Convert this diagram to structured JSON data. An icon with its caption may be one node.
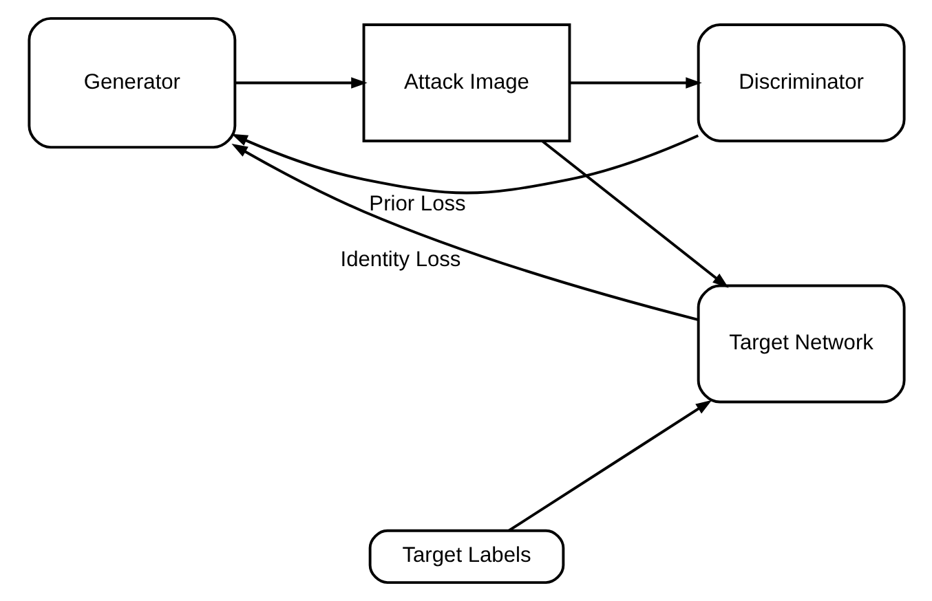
{
  "diagram": {
    "nodes": [
      {
        "text": [
          "Generator"
        ]
      },
      {
        "text": [
          "Attack Image"
        ]
      },
      {
        "text": [
          "Discriminator"
        ]
      },
      {
        "text": [
          "Target Labels"
        ]
      },
      {
        "text": [
          "Target Network"
        ]
      }
    ],
    "edges": [
      {
        "from": 0,
        "to": 1,
        "arrow": "to"
      },
      {
        "from": 1,
        "to": 2,
        "arrow": "to"
      },
      {
        "from": 1,
        "to": 4,
        "arrow": "to"
      },
      {
        "from": 3,
        "to": 4,
        "arrow": "to"
      },
      {
        "from": 2,
        "to": 0,
        "arrow": "to",
        "label": "Prior Loss"
      },
      {
        "from": 4,
        "to": 0,
        "arrow": "to",
        "label": "Identity Loss"
      }
    ]
  }
}
